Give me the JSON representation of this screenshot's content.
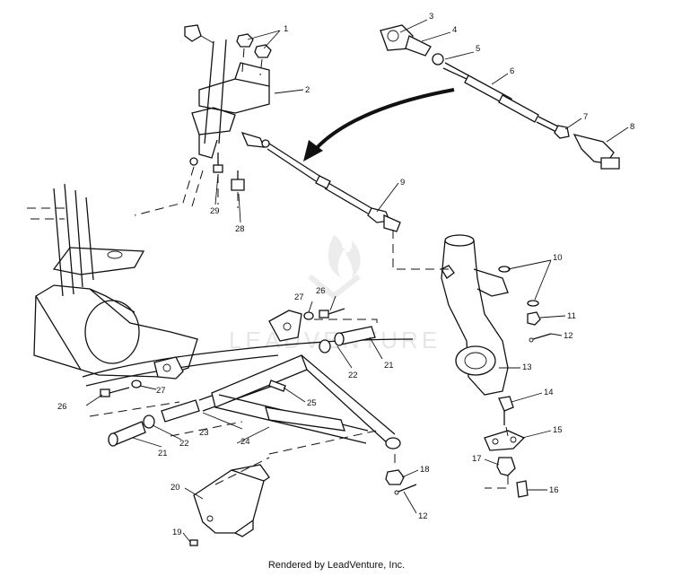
{
  "diagram": {
    "callouts": [
      "1",
      "2",
      "3",
      "4",
      "5",
      "6",
      "7",
      "8",
      "9",
      "10",
      "11",
      "12",
      "13",
      "14",
      "15",
      "16",
      "17",
      "18",
      "19",
      "20",
      "21",
      "22",
      "23",
      "24",
      "25",
      "26",
      "27",
      "28",
      "29",
      "12",
      "21",
      "22",
      "26",
      "27"
    ],
    "watermark": "LEADVENTURE"
  },
  "footer": {
    "text": "Rendered by LeadVenture, Inc."
  }
}
